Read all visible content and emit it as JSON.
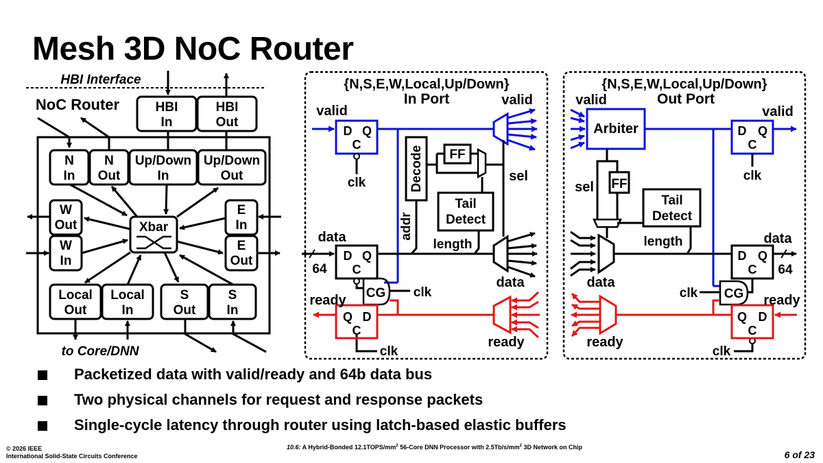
{
  "slide": {
    "title": "Mesh 3D NoC Router",
    "colors": {
      "valid": "#1010d8",
      "ready": "#e01818",
      "data": "#000000"
    },
    "bullets": [
      "Packetized data with valid/ready and 64b data bus",
      "Two physical channels for request and response packets",
      "Single-cycle latency through router using latch-based elastic buffers"
    ],
    "footer": {
      "copyright": "© 2026 IEEE",
      "conference": "International Solid-State Circuits Conference",
      "paper_id": "10.6:",
      "paper_title_a": " A Hybrid-Bonded 12.1TOPS/mm",
      "paper_title_b": " 56-Core DNN Processor with 2.5Tb/s/mm",
      "paper_title_c": " 3D Network on Chip",
      "superscript": "2",
      "page": "6 of 23"
    }
  },
  "router": {
    "hbi_interface": "HBI Interface",
    "label": "NoC Router",
    "to_core": "to Core/DNN",
    "xbar": "Xbar",
    "blocks": {
      "hbi_in": [
        "HBI",
        "In"
      ],
      "hbi_out": [
        "HBI",
        "Out"
      ],
      "n_in": [
        "N",
        "In"
      ],
      "n_out": [
        "N",
        "Out"
      ],
      "ud_in": [
        "Up/Down",
        "In"
      ],
      "ud_out": [
        "Up/Down",
        "Out"
      ],
      "w_out": [
        "W",
        "Out"
      ],
      "w_in": [
        "W",
        "In"
      ],
      "e_in": [
        "E",
        "In"
      ],
      "e_out": [
        "E",
        "Out"
      ],
      "local_out": [
        "Local",
        "Out"
      ],
      "local_in": [
        "Local",
        "In"
      ],
      "s_out": [
        "S",
        "Out"
      ],
      "s_in": [
        "S",
        "In"
      ]
    }
  },
  "in_port": {
    "header": "{N,S,E,W,Local,Up/Down}",
    "title": "In Port",
    "valid_in": "valid",
    "valid_out": "valid",
    "data_in": "data",
    "width": "64",
    "ready": "ready",
    "ready_in": "ready",
    "data_out": "data",
    "sel": "sel",
    "addr": "addr",
    "decode": "Decode",
    "ff": "FF",
    "tail": [
      "Tail",
      "Detect"
    ],
    "length": "length",
    "cg": "CG",
    "clk": "clk",
    "d": "D",
    "q": "Q",
    "c": "C"
  },
  "out_port": {
    "header": "{N,S,E,W,Local,Up/Down}",
    "title": "Out Port",
    "valid_in": "valid",
    "valid_out": "valid",
    "arbiter": "Arbiter",
    "sel": "sel",
    "ff": "FF",
    "tail": [
      "Tail",
      "Detect"
    ],
    "length": "length",
    "data_in": "data",
    "data_out": "data",
    "width": "64",
    "ready_out": "ready",
    "ready_in": "ready",
    "cg": "CG",
    "clk": "clk",
    "d": "D",
    "q": "Q",
    "c": "C"
  }
}
